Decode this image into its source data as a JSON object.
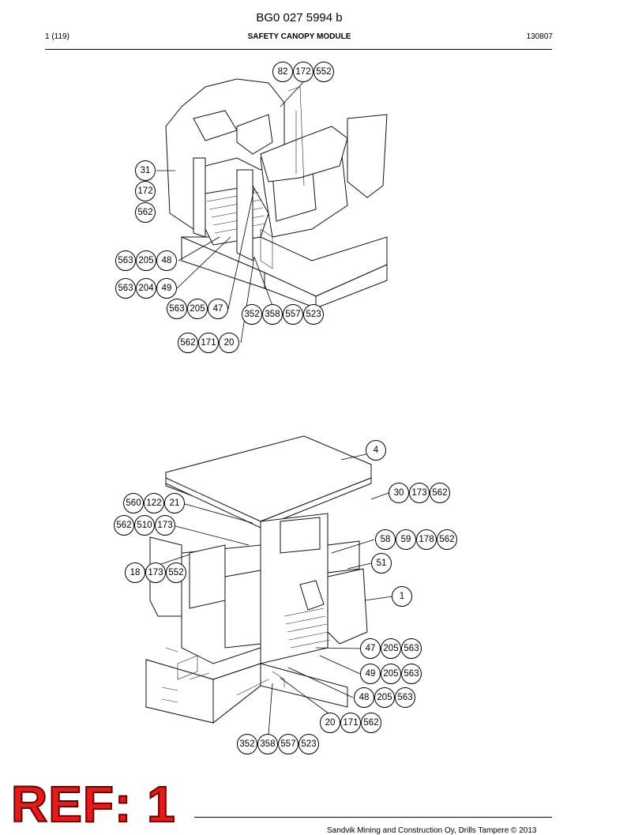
{
  "header": {
    "doc_code": "BG0 027 5994 b",
    "page": "1 (119)",
    "title": "SAFETY CANOPY MODULE",
    "date": "130807"
  },
  "figure_top": {
    "callouts": [
      [
        "82",
        "172",
        "552"
      ],
      [
        "31"
      ],
      [
        "172"
      ],
      [
        "562"
      ],
      [
        "563",
        "205",
        "48"
      ],
      [
        "563",
        "204",
        "49"
      ],
      [
        "563",
        "205",
        "47"
      ],
      [
        "352",
        "358",
        "557",
        "523"
      ],
      [
        "562",
        "171",
        "20"
      ]
    ]
  },
  "figure_bottom": {
    "callouts": [
      [
        "4"
      ],
      [
        "30",
        "173",
        "562"
      ],
      [
        "560",
        "122",
        "21"
      ],
      [
        "562",
        "510",
        "173"
      ],
      [
        "18",
        "173",
        "552"
      ],
      [
        "58",
        "59",
        "178",
        "562"
      ],
      [
        "51"
      ],
      [
        "1"
      ],
      [
        "47",
        "205",
        "563"
      ],
      [
        "49",
        "205",
        "563"
      ],
      [
        "48",
        "205",
        "563"
      ],
      [
        "20",
        "171",
        "562"
      ],
      [
        "352",
        "358",
        "557",
        "523"
      ]
    ]
  },
  "stamp": "REF: 1",
  "footer": "Sandvik Mining and Construction Oy, Drills Tampere © 2013"
}
